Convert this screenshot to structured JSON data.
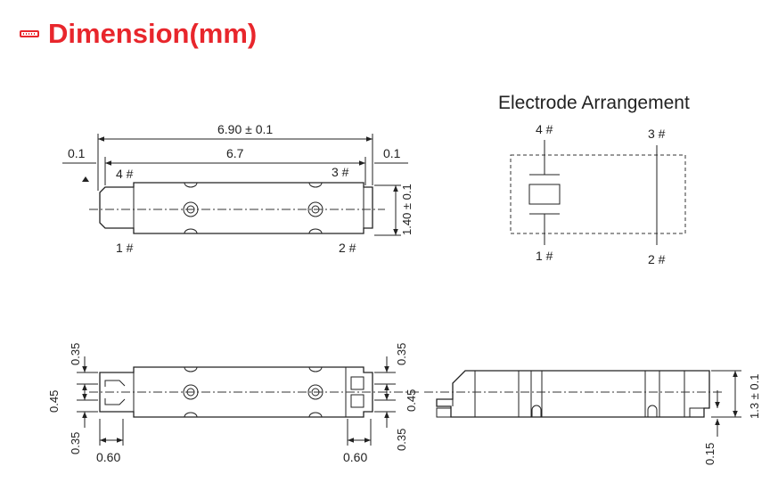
{
  "header": {
    "icon": "ruler-icon",
    "title": "Dimension(mm)",
    "color": "#e8262c"
  },
  "top_view": {
    "overall_length": "6.90 ± 0.1",
    "inner_length": "6.7",
    "left_offset": "0.1",
    "right_offset": "0.1",
    "height": "1.40 ± 0.1",
    "pins": [
      "4 #",
      "3 #",
      "1 #",
      "2 #"
    ]
  },
  "electrode": {
    "title": "Electrode Arrangement",
    "pins": [
      "4 #",
      "3 #",
      "1 #",
      "2 #"
    ]
  },
  "bottom_view": {
    "pad_top": "0.35",
    "pad_gap": "0.45",
    "pad_bottom": "0.35",
    "pad_width": "0.60",
    "right_top": "0.35",
    "right_gap": "0.45",
    "right_bottom": "0.35",
    "right_width": "0.60"
  },
  "side_view": {
    "height": "1.3 ± 0.1",
    "standoff": "0.15"
  }
}
